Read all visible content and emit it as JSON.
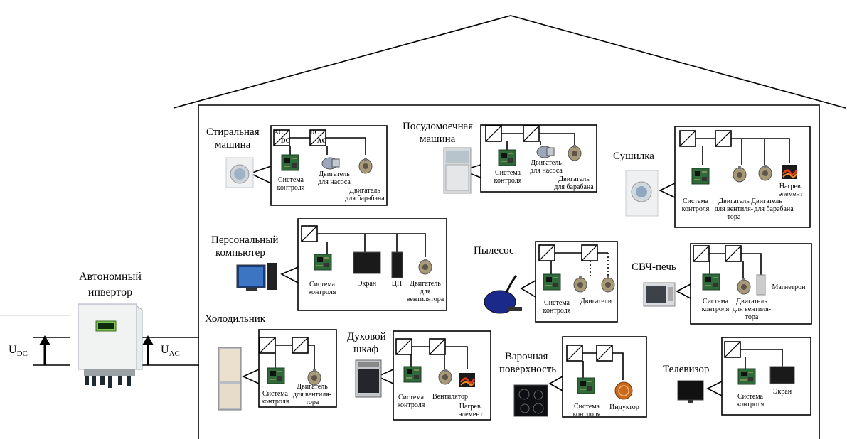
{
  "inverter": {
    "title_line1": "Автономный",
    "title_line2": "инвертор",
    "u_dc": "U",
    "u_dc_sub": "DC",
    "u_ac": "U",
    "u_ac_sub": "AC"
  },
  "converter": {
    "ac": "AC",
    "dc": "DC"
  },
  "appliances": {
    "washer": {
      "name_line1": "Стиральная",
      "name_line2": "машина",
      "ctrl1": "Система",
      "ctrl2": "контроля",
      "pump1": "Двигатель",
      "pump2": "для насоса",
      "drum1": "Двигатель",
      "drum2": "для барабана"
    },
    "dishwasher": {
      "name_line1": "Посудомоечная",
      "name_line2": "машина",
      "ctrl1": "Система",
      "ctrl2": "контроля",
      "pump1": "Двигатель",
      "pump2": "для насоса",
      "drum1": "Двигатель",
      "drum2": "для барабана"
    },
    "dryer": {
      "name": "Сушилка",
      "ctrl1": "Система",
      "ctrl2": "контроля",
      "fan1": "Двигатель",
      "fan2": "для вентиля-",
      "fan3": "тора",
      "drum1": "Двигатель",
      "drum2": "для барабана",
      "heat1": "Нагрев.",
      "heat2": "элемент"
    },
    "pc": {
      "name_line1": "Персональный",
      "name_line2": "компьютер",
      "ctrl1": "Система",
      "ctrl2": "контроля",
      "screen": "Экран",
      "cpu": "ЦП",
      "fan1": "Двигатель",
      "fan2": "для",
      "fan3": "вентилятора"
    },
    "vacuum": {
      "name": "Пылесос",
      "ctrl1": "Система",
      "ctrl2": "контроля",
      "motors": "Двигатели"
    },
    "microwave": {
      "name": "СВЧ-печь",
      "ctrl1": "Система",
      "ctrl2": "контроля",
      "fan1": "Двигатель",
      "fan2": "для вентиля-",
      "fan3": "тора",
      "magnetron": "Магнетрон"
    },
    "fridge": {
      "name": "Холодильник",
      "ctrl1": "Система",
      "ctrl2": "контроля",
      "fan1": "Двигатель",
      "fan2": "для вентиля-",
      "fan3": "тора"
    },
    "oven": {
      "name_line1": "Духовой",
      "name_line2": "шкаф",
      "ctrl1": "Система",
      "ctrl2": "контроля",
      "fan": "Вентилятор",
      "heat1": "Нагрев.",
      "heat2": "элемент"
    },
    "hob": {
      "name_line1": "Варочная",
      "name_line2": "поверхность",
      "ctrl1": "Система",
      "ctrl2": "контроля",
      "inductor": "Индуктор"
    },
    "tv": {
      "name": "Телевизор",
      "ctrl1": "Система",
      "ctrl2": "контроля",
      "screen": "Экран"
    }
  }
}
